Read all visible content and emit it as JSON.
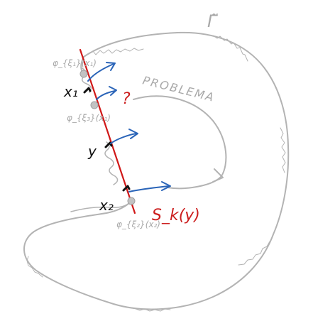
{
  "labels": {
    "gamma_tilde": "Γ̃",
    "problema": "PROBLEMA",
    "question": "?",
    "x1": "x₁",
    "x2": "x₂",
    "y": "y",
    "sk": "S_k(y)",
    "phi_top": "φ_{ξ₁}(x₁)",
    "phi_mid": "φ_{ξ₃}(x₁)",
    "phi_bottom": "φ_{ξ₂}(x₂)"
  },
  "colors": {
    "outline": "#b3b3b3",
    "section": "#d01818",
    "vector": "#2a64b8",
    "marker": "#111111"
  }
}
